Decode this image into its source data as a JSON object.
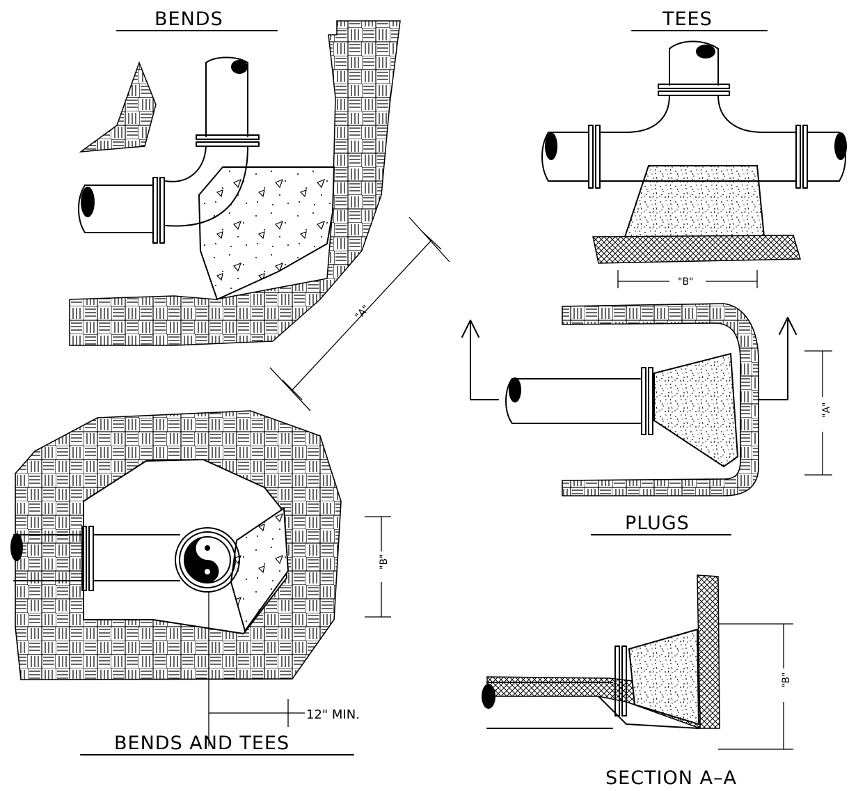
{
  "titles": {
    "bends": "BENDS",
    "tees": "TEES",
    "plugs": "PLUGS",
    "bends_and_tees": "BENDS AND TEES",
    "section": "SECTION A–A"
  },
  "dimensions": {
    "a": "\"A\"",
    "b": "\"B\"",
    "min_clear": "12\" MIN."
  }
}
